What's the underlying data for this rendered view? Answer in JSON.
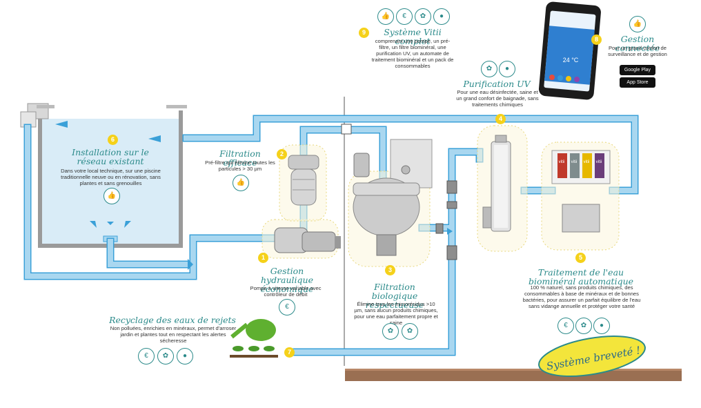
{
  "steps": [
    {
      "number": "6",
      "title": "Installation sur le réseau existant",
      "text": "Dans votre local technique, sur une piscine traditionnelle neuve ou en rénovation, sans plantes et sans grenouilles"
    },
    {
      "number": "2",
      "title": "Filtration efficace",
      "text": "Pré-filtre qui élimine toutes les particules > 30 µm"
    },
    {
      "number": "1",
      "title": "Gestion hydraulique économique",
      "text": "Pompe à vitesse variable avec contrôleur de débit"
    },
    {
      "number": "3",
      "title": "Filtration biologique respectueuse",
      "text": "Élimine tous les microrésidus >10 µm, sans aucun produits chimiques, pour une eau parfaitement propre et saine"
    },
    {
      "number": "4",
      "title": "Purification UV",
      "text": "Pour une eau désinfectée, saine et un grand confort de baignade, sans traitements chimiques"
    },
    {
      "number": "5",
      "title": "Traitement de l'eau biominéral automatique",
      "text": "100 % naturel, sans produits chimiques, des consommables à base de minéraux et de bonnes bactéries, pour assurer un parfait équilibre de l'eau sans vidange annuelle et protéger votre santé"
    },
    {
      "number": "7",
      "title": "Recyclage des eaux de rejets",
      "text": "Non polluées, enrichies en minéraux, permet d'arroser jardin et plantes tout en respectant les alertes sécheresse"
    },
    {
      "number": "9",
      "title": "Système Vitii complet",
      "text": "comprenant une pompe, un pré-filtre, un filtre biominéral, une purification UV, un automate de traitement biominéral et un pack de consommables"
    },
    {
      "number": "8",
      "title": "Gestion connectée",
      "text": "Pour un grand confort de surveillance et de gestion"
    }
  ],
  "phone": {
    "temperature": "24 °C"
  },
  "stores": {
    "google": "Google Play",
    "apple": "App Store"
  },
  "cartridges": [
    "vitii",
    "vitii",
    "vitii",
    "vitii"
  ],
  "badge": "Système breveté !",
  "icons": [
    "thumbs-up-icon",
    "euro-hand-icon",
    "leaf-icon",
    "water-drop-icon"
  ],
  "colors": {
    "pipe": "#a9d7f0",
    "pipe_edge": "#3aa0d8",
    "title": "#2b8a8a",
    "number": "#f5d11a",
    "arrow": "#3aa0d8"
  }
}
